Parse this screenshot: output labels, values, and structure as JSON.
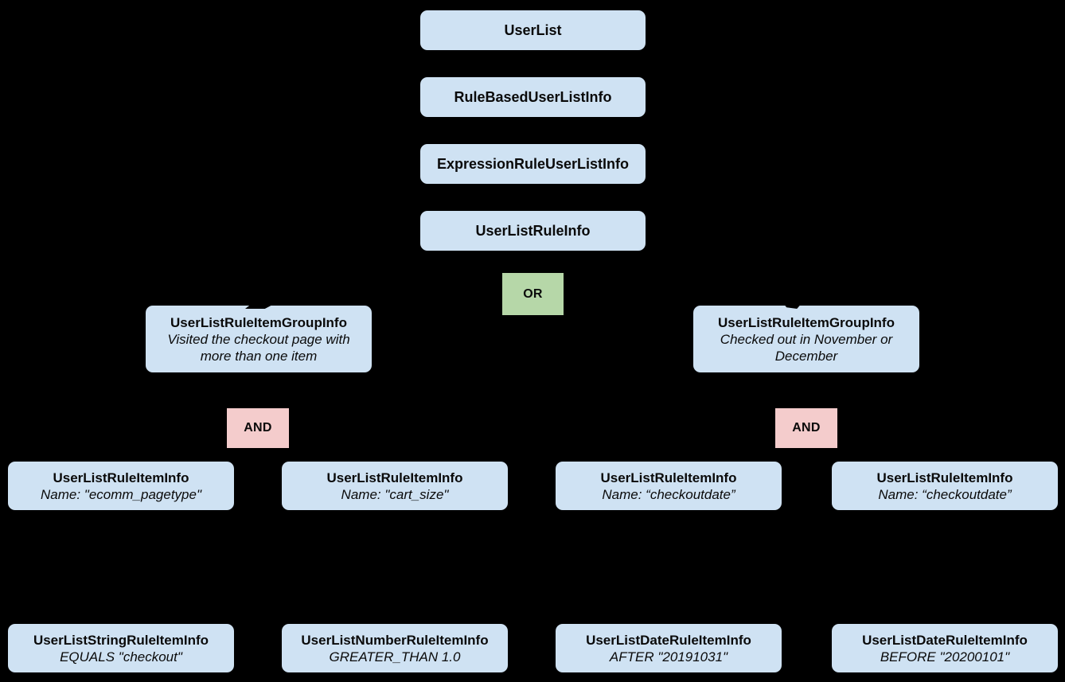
{
  "diagram": {
    "background_color": "#000000",
    "colors": {
      "node_fill": "#cfe2f3",
      "or_fill": "#b6d7a8",
      "and_fill": "#f4cccc",
      "text": "#0a0a0a"
    },
    "chain": [
      {
        "label": "UserList"
      },
      {
        "label": "RuleBasedUserListInfo"
      },
      {
        "label": "ExpressionRuleUserListInfo"
      },
      {
        "label": "UserListRuleInfo"
      }
    ],
    "or_label": "OR",
    "left_group": {
      "title": "UserListRuleItemGroupInfo",
      "subtitle": "Visited the checkout page with more than one item",
      "and_label": "AND"
    },
    "right_group": {
      "title": "UserListRuleItemGroupInfo",
      "subtitle": "Checked out in November or December",
      "and_label": "AND"
    },
    "rule_items": [
      {
        "title": "UserListRuleItemInfo",
        "subtitle": "Name: \"ecomm_pagetype\""
      },
      {
        "title": "UserListRuleItemInfo",
        "subtitle": "Name: \"cart_size\""
      },
      {
        "title": "UserListRuleItemInfo",
        "subtitle": "Name: “checkoutdate”"
      },
      {
        "title": "UserListRuleItemInfo",
        "subtitle": "Name: “checkoutdate”"
      }
    ],
    "leaf_items": [
      {
        "title": "UserListStringRuleItemInfo",
        "subtitle": "EQUALS \"checkout\""
      },
      {
        "title": "UserListNumberRuleItemInfo",
        "subtitle": "GREATER_THAN 1.0"
      },
      {
        "title": "UserListDateRuleItemInfo",
        "subtitle": "AFTER \"20191031\""
      },
      {
        "title": "UserListDateRuleItemInfo",
        "subtitle": "BEFORE \"20200101\""
      }
    ]
  }
}
